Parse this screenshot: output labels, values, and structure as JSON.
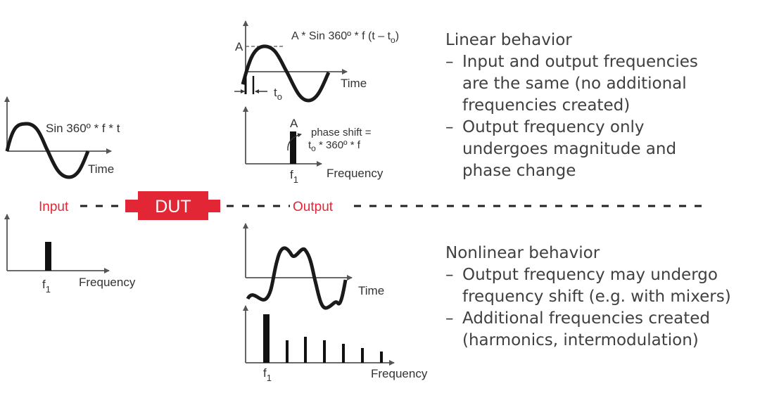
{
  "input": {
    "label": "Input",
    "wave_eq": "Sin 360º * f * t",
    "time_label": "Time",
    "freq_label": "Frequency",
    "f1_label": "f",
    "f1_sub": "1"
  },
  "dut": {
    "label": "DUT"
  },
  "output": {
    "label": "Output",
    "linear_eq_main": "A * Sin 360º * f (t – t",
    "linear_eq_sub": "o",
    "linear_eq_close": ")",
    "amp_label": "A",
    "time_label": "Time",
    "t0_main": "t",
    "t0_sub": "o",
    "spectrum_amp_label": "A",
    "phase_line1": "phase shift =",
    "phase_line2_main": "t",
    "phase_line2_sub": "o",
    "phase_line2_rest": " * 360º * f",
    "freq_label": "Frequency",
    "f1_label": "f",
    "f1_sub": "1",
    "nl_time_label": "Time",
    "nl_freq_label": "Frequency",
    "nl_f1_label": "f",
    "nl_f1_sub": "1"
  },
  "linear": {
    "heading": "Linear behavior",
    "bullets": [
      {
        "line1": "Input and output frequencies",
        "line2": "are the same (no additional",
        "line3": "frequencies created)"
      },
      {
        "line1": "Output frequency only",
        "line2": "undergoes magnitude and",
        "line3": "phase change"
      }
    ]
  },
  "nonlinear": {
    "heading": "Nonlinear behavior",
    "bullets": [
      {
        "line1": "Output frequency may undergo",
        "line2": "frequency shift (e.g. with mixers)"
      },
      {
        "line1": "Additional frequencies created",
        "line2": "(harmonics, intermodulation)"
      }
    ]
  },
  "bullet_dash": "–",
  "colors": {
    "accent": "#e32636",
    "ink": "#1a1a1a",
    "axis": "#555555",
    "text": "#404040"
  }
}
